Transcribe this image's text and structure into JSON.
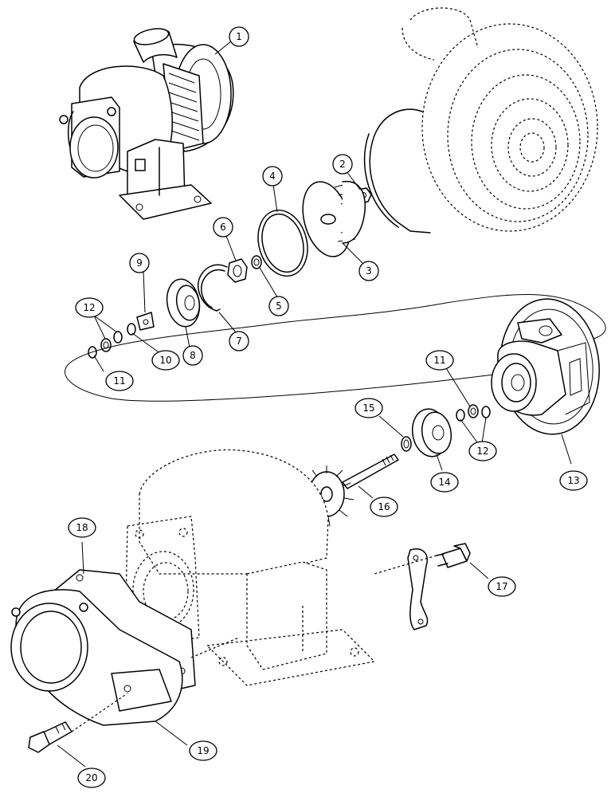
{
  "callouts": {
    "c1": "1",
    "c2": "2",
    "c3": "3",
    "c4": "4",
    "c5": "5",
    "c6": "6",
    "c7": "7",
    "c8": "8",
    "c9": "9",
    "c10": "10",
    "c11a": "11",
    "c11b": "11",
    "c12a": "12",
    "c12b": "12",
    "c13": "13",
    "c14": "14",
    "c15": "15",
    "c16": "16",
    "c17": "17",
    "c18": "18",
    "c19": "19",
    "c20": "20"
  },
  "colors": {
    "line": "#000000",
    "background": "#ffffff"
  }
}
